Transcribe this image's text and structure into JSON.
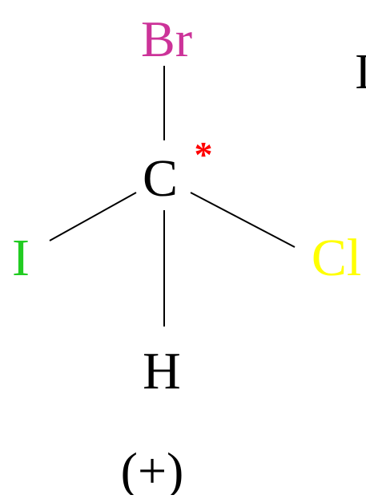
{
  "molecule": {
    "center": {
      "symbol": "C",
      "color": "#000000"
    },
    "stereocenter_mark": {
      "symbol": "*",
      "color": "#ff0000"
    },
    "substituents": {
      "top": {
        "symbol": "Br",
        "color": "#cc3399"
      },
      "left": {
        "symbol": "I",
        "color": "#22cc22"
      },
      "right": {
        "symbol": "Cl",
        "color": "#ffff00"
      },
      "bottom": {
        "symbol": "H",
        "color": "#000000"
      }
    },
    "rotation_label": "(+)"
  },
  "edge_fragment": {
    "text": "I",
    "color": "#000000"
  }
}
